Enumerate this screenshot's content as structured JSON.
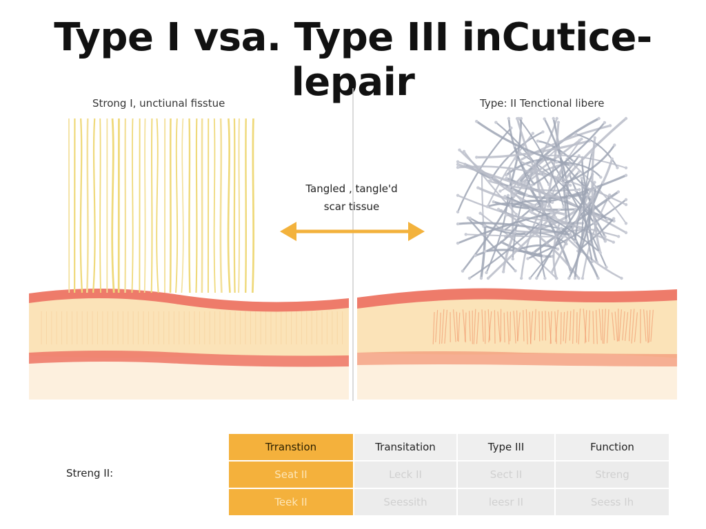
{
  "title": "Type I vsa. Type III inCutice-lepair",
  "left_panel": {
    "label": "Strong I, unctiunal fisstue"
  },
  "right_panel": {
    "label": "Type: II Tenctional libere"
  },
  "center": {
    "line1": "Tangled , tangle'd",
    "line2": "scar tissue"
  },
  "table": {
    "row_label": "Streng II:",
    "headers": [
      "Trranstion",
      "Transitation",
      "Type III",
      "Function"
    ],
    "rows": [
      [
        "Seat II",
        "Leck II",
        "Sect II",
        "Streng"
      ],
      [
        "Teek II",
        "Seessith",
        "leesr II",
        "Seess Ih"
      ]
    ]
  },
  "colors": {
    "fiber_yellow": "#efd97a",
    "fiber_gray": "#b8bcc8",
    "arrow": "#f3b23c",
    "skin_band": "#ee7b6a",
    "skin_fill": "#fbe3b8",
    "skin_base": "#fdf0de",
    "table_highlight": "#f4b13c"
  }
}
